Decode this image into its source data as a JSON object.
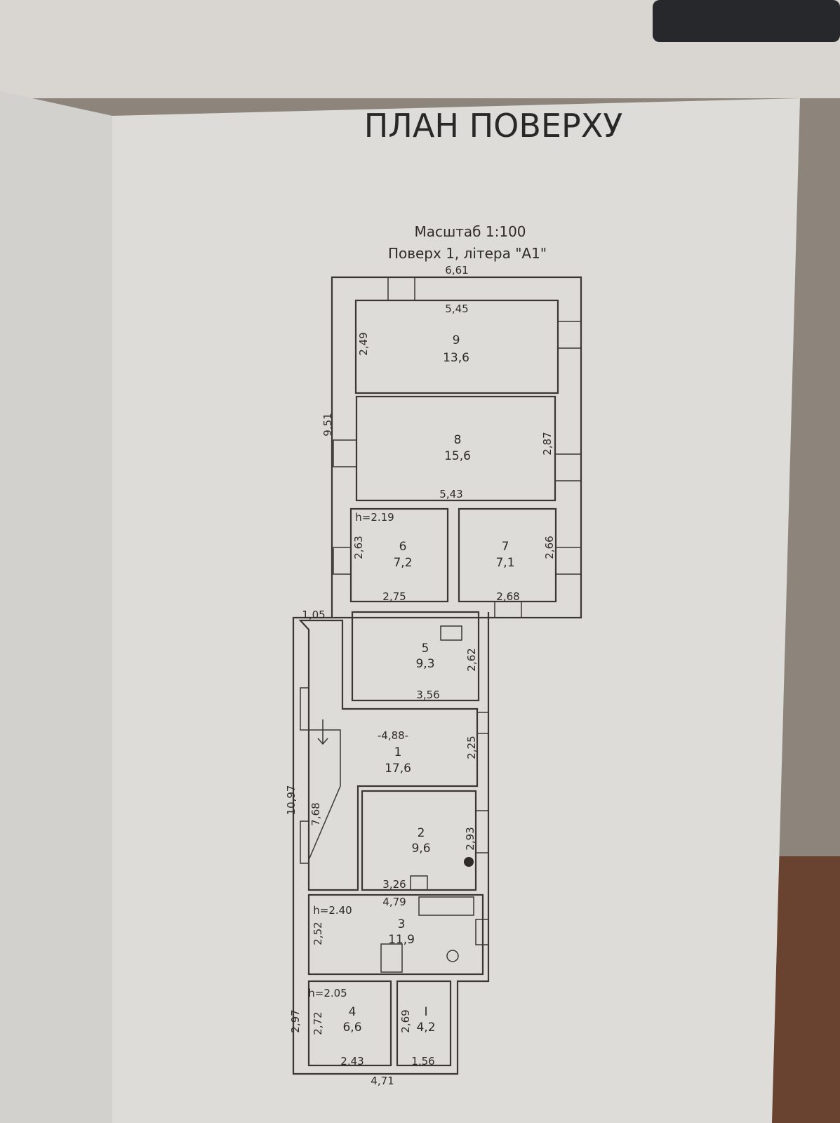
{
  "title": "ПЛАН ПОВЕРХУ",
  "scale": "Масштаб 1:100",
  "floor": "Поверх 1, літера \"А1\"",
  "outer_dimensions": {
    "top_width": "6,61",
    "upper_height": "9,51",
    "step": "1,05",
    "lower_height": "10,97",
    "bottom_width": "4,71",
    "annex_height": "2,97"
  },
  "rooms": [
    {
      "number": "9",
      "area": "13,6",
      "width": "5,45",
      "length": "2,49"
    },
    {
      "number": "8",
      "area": "15,6",
      "width": "5,43",
      "length": "2,87"
    },
    {
      "number": "6",
      "area": "7,2",
      "width": "2,75",
      "length": "2,63",
      "height": "h=2.19"
    },
    {
      "number": "7",
      "area": "7,1",
      "width": "2,68",
      "length": "2,66"
    },
    {
      "number": "5",
      "area": "9,3",
      "width": "3,56",
      "length": "2,62"
    },
    {
      "number": "1",
      "area": "17,6",
      "width": "-4,88-",
      "length": "2,25",
      "corridor_length": "7,68"
    },
    {
      "number": "2",
      "area": "9,6",
      "width": "3,26",
      "length": "2,93"
    },
    {
      "number": "3",
      "area": "11,9",
      "width": "4,79",
      "length": "2,52",
      "height": "h=2.40"
    },
    {
      "number": "4",
      "area": "6,6",
      "width": "2,43",
      "length": "2,72",
      "height": "h=2.05"
    },
    {
      "number": "I",
      "area": "4,2",
      "width": "1,56",
      "length": "2,69"
    }
  ]
}
